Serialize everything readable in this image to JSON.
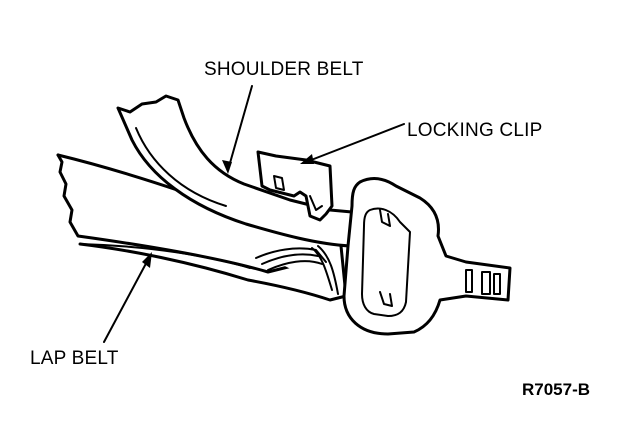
{
  "labels": {
    "shoulder_belt": "SHOULDER BELT",
    "locking_clip": "LOCKING CLIP",
    "lap_belt": "LAP BELT"
  },
  "figure_code": "R7057-B"
}
